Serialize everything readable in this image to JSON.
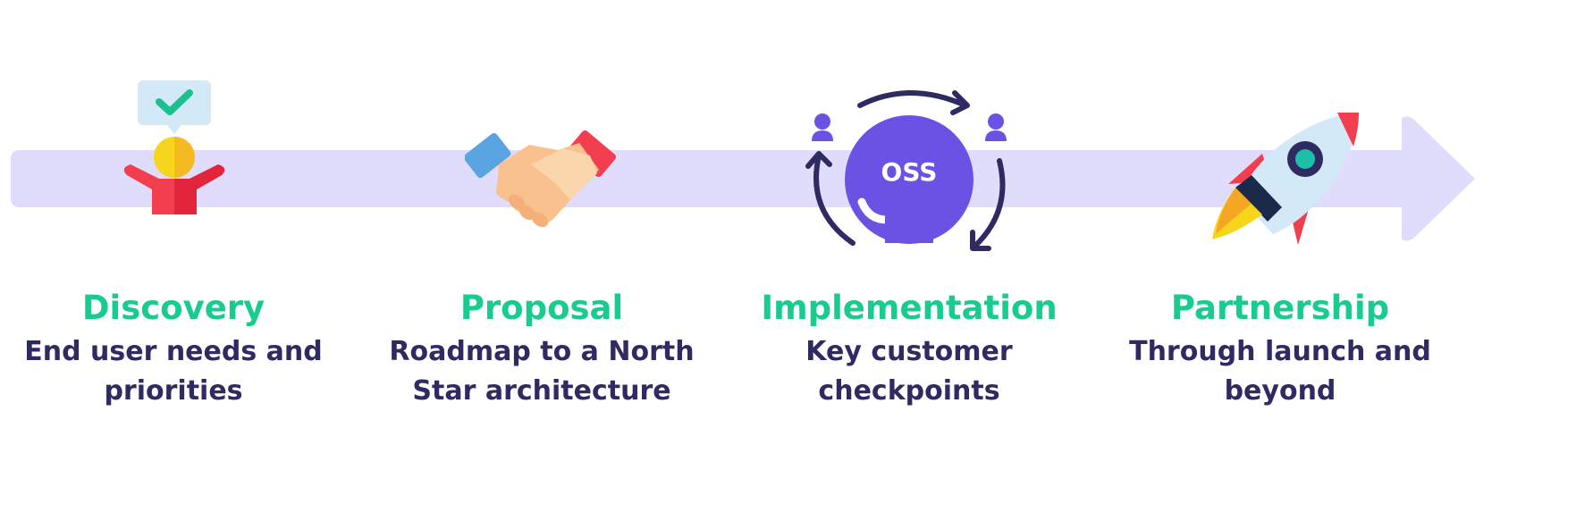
{
  "colors": {
    "track": "#e0dcfb",
    "title": "#17cc8d",
    "description": "#2e2a62"
  },
  "stages": [
    {
      "title": "Discovery",
      "description_lines": [
        "End user needs and",
        "priorities"
      ],
      "icon": "person-check-icon"
    },
    {
      "title": "Proposal",
      "description_lines": [
        "Roadmap to a North",
        "Star architecture"
      ],
      "icon": "handshake-icon"
    },
    {
      "title": "Implementation",
      "description_lines": [
        "Key customer",
        "checkpoints"
      ],
      "icon": "oss-cycle-icon",
      "icon_text": "OSS"
    },
    {
      "title": "Partnership",
      "description_lines": [
        "Through launch and",
        "beyond"
      ],
      "icon": "rocket-icon"
    }
  ]
}
